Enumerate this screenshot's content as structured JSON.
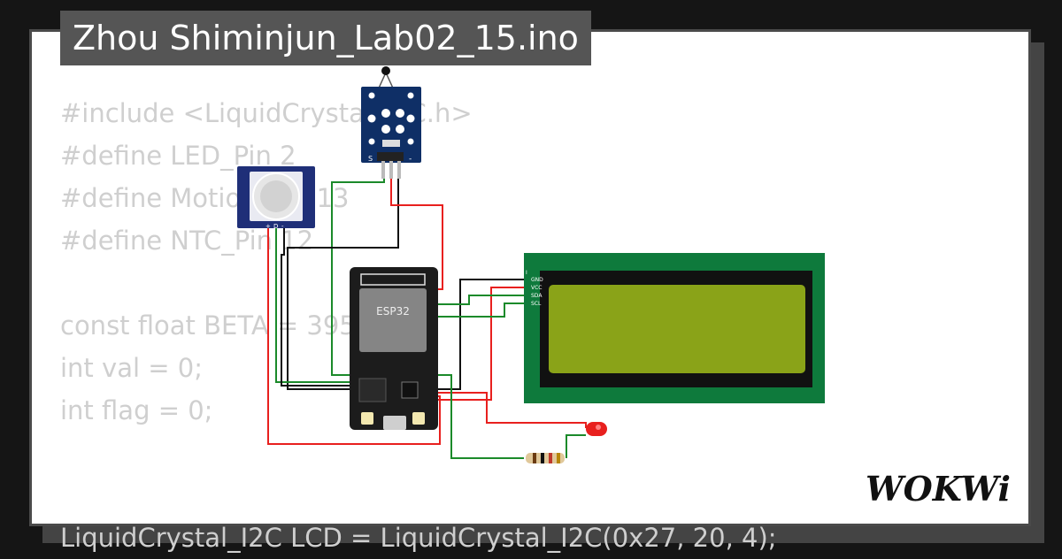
{
  "title": "Zhou Shiminjun_Lab02_15.ino",
  "code_lines": [
    "#include <LiquidCrystal_I2C.h>",
    "#define LED_Pin 2",
    "#define Motion_Pin 13",
    "#define NTC_Pin 12",
    "",
    "const float BETA = 3950;",
    "int val = 0;",
    "int flag = 0;",
    "",
    "",
    "LiquidCrystal_I2C LCD = LiquidCrystal_I2C(0x27, 20, 4);"
  ],
  "circuit": {
    "mcu_label": "ESP32",
    "ntc_pins": [
      "S",
      "",
      "-"
    ],
    "pir_pins": [
      "+",
      "D",
      "-"
    ],
    "lcd_pins": [
      "GND",
      "VCC",
      "SDA",
      "SCL"
    ],
    "lcd_pin_header_label": "I"
  },
  "brand": {
    "logo_text": "WOKWi"
  },
  "colors": {
    "background": "#151515",
    "card": "#ffffff",
    "title_bg": "#555555",
    "code_text": "#cfcfcf",
    "wire_red": "#e8201e",
    "wire_green": "#1b8a2a",
    "wire_black": "#111111",
    "lcd_board": "#0e7a3c",
    "lcd_screen": "#8aa318"
  }
}
